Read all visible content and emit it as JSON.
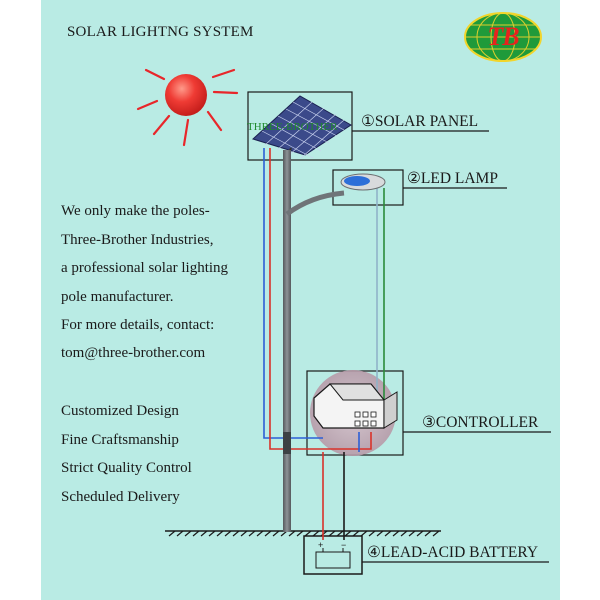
{
  "title": "SOLAR LIGHTNG SYSTEM",
  "logo": {
    "text": "TB",
    "colors": {
      "fill": "#1f9a3a",
      "text": "#e8231e",
      "border": "#f2d52b"
    }
  },
  "panel_brand": "THREE-BROTHER",
  "intro_lines": [
    "We only make the poles-",
    "Three-Brother Industries,",
    "a professional solar lighting",
    "pole manufacturer.",
    "For more details, contact:",
    "tom@three-brother.com"
  ],
  "features": [
    "Customized Design",
    "Fine Craftsmanship",
    "Strict Quality Control",
    "Scheduled Delivery"
  ],
  "components": {
    "solar_panel": "①SOLAR PANEL",
    "led_lamp": "②LED LAMP",
    "controller": "③CONTROLLER",
    "battery": "④LEAD-ACID BATTERY"
  },
  "colors": {
    "background": "#b9ebe4",
    "sun": "#e8262a",
    "wire_blue": "#2c5fd6",
    "wire_red": "#d9322a",
    "wire_green": "#2a8a3a",
    "pole": "#6f7478"
  }
}
